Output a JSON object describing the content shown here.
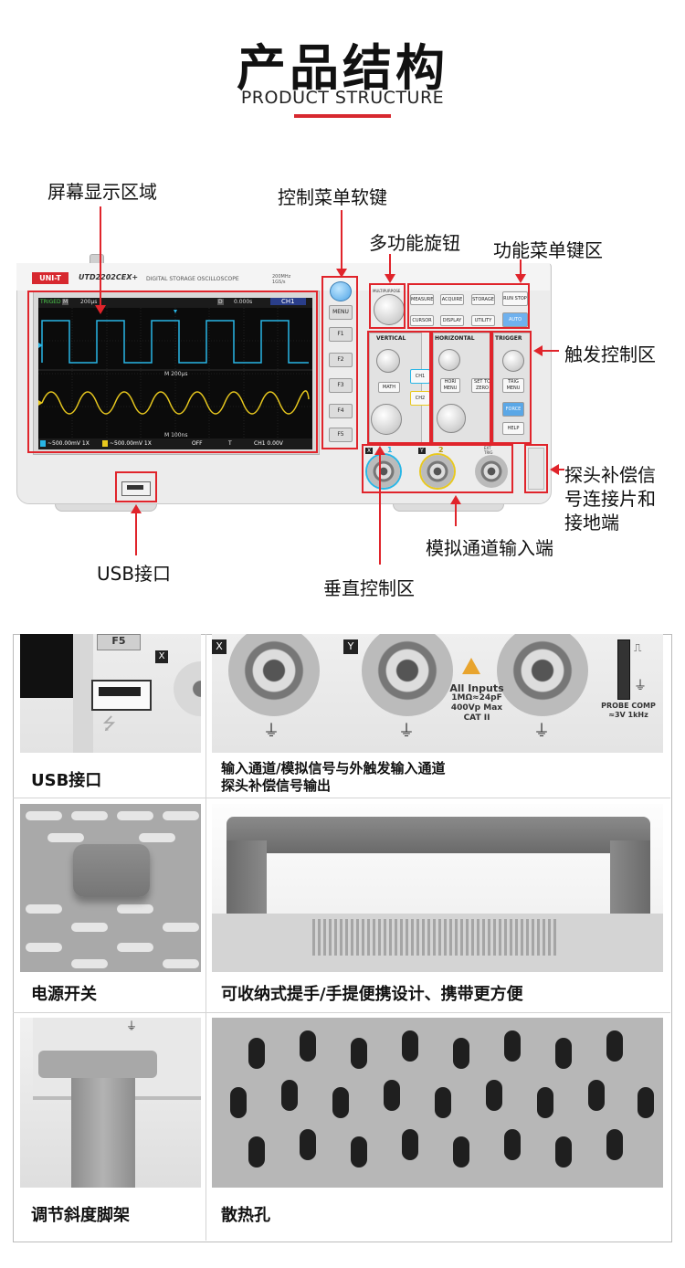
{
  "header": {
    "title": "产品结构",
    "subtitle": "PRODUCT STRUCTURE"
  },
  "labels": {
    "screen_area": "屏幕显示区域",
    "soft_keys": "控制菜单软键",
    "multi_knob": "多功能旋钮",
    "function_keys": "功能菜单键区",
    "trigger_area": "触发控制区",
    "probe_comp": "探头补偿信号连接片和接地端",
    "probe_comp_line1": "探头补偿信",
    "probe_comp_line2": "号连接片和",
    "probe_comp_line3": "接地端",
    "analog_input": "模拟通道输入端",
    "usb_port": "USB接口",
    "vertical_area": "垂直控制区"
  },
  "scope": {
    "brand": "UNI-T",
    "model": "UTD2202CEX+",
    "description": "DIGITAL STORAGE OSCILLOSCOPE",
    "spec_line1": "200MHz",
    "spec_line2": "1GS/s",
    "status_trig": "TRIGED",
    "status_m": "M",
    "status_time": "200μs",
    "status_d": "D",
    "status_delay": "0.000s",
    "status_ch": "CH1",
    "mid_label": "M 200μs",
    "mid_label2": "M 100ns",
    "bottom_ch1": "~500.00mV 1X",
    "bottom_ch2": "~500.00mV 1X",
    "bottom_off": "OFF",
    "bottom_t": "T",
    "bottom_chv": "CH1 0.00V",
    "softkeys": [
      "MENU",
      "F1",
      "F2",
      "F3",
      "F4",
      "F5"
    ],
    "multipurpose": "MULTIPURPOSE",
    "func_buttons": [
      "MEASURE",
      "ACQUIRE",
      "STORAGE",
      "RUN STOP",
      "CURSOR",
      "DISPLAY",
      "UTILITY",
      "AUTO"
    ],
    "vertical": "VERTICAL",
    "horizontal": "HORIZONTAL",
    "trigger": "TRIGGER",
    "math": "MATH",
    "ch1": "CH1",
    "ch2": "CH2",
    "hori_menu": "HORI MENU",
    "set_zero": "SET TO ZERO",
    "trig_menu": "TRIG MENU",
    "force": "FORCE",
    "help": "HELP",
    "x": "X",
    "y": "Y",
    "ext_trig": "EXT TRIG",
    "n1": "1",
    "n2": "2"
  },
  "details": {
    "usb_caption": "USB接口",
    "inputs_caption_line1": "输入通道/模拟信号与外触发输入通道",
    "inputs_caption_line2": "探头补偿信号输出",
    "power_caption": "电源开关",
    "handle_caption": "可收纳式提手/手提便携设计、携带更方便",
    "stand_caption": "调节斜度脚架",
    "vent_caption": "散热孔",
    "all_inputs": "All Inputs",
    "impedance": "1MΩ≈24pF",
    "max_voltage": "400Vp Max",
    "cat": "CAT II",
    "probe_comp": "PROBE COMP",
    "probe_comp_value": "≈3V 1kHz",
    "f5": "F5",
    "x": "X",
    "y": "Y"
  },
  "colors": {
    "accent_red": "#e0242b",
    "brand_red": "#d7282f",
    "ch1_cyan": "#29b6e6",
    "ch2_yellow": "#e8c81e"
  }
}
